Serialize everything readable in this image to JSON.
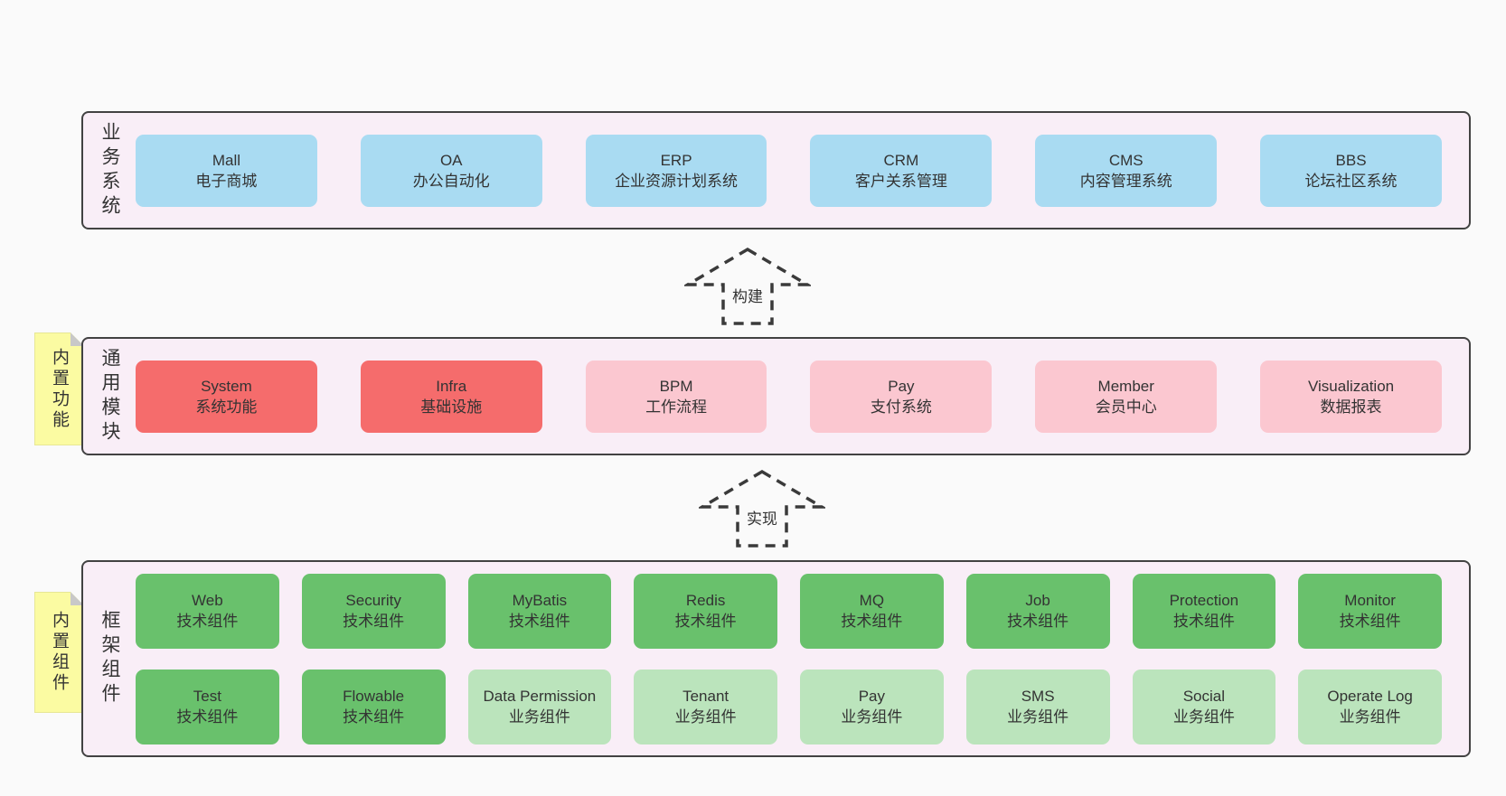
{
  "business": {
    "label": "业务系统",
    "boxes": [
      {
        "title": "Mall",
        "subtitle": "电子商城",
        "type": "blue"
      },
      {
        "title": "OA",
        "subtitle": "办公自动化",
        "type": "blue"
      },
      {
        "title": "ERP",
        "subtitle": "企业资源计划系统",
        "type": "blue"
      },
      {
        "title": "CRM",
        "subtitle": "客户关系管理",
        "type": "blue"
      },
      {
        "title": "CMS",
        "subtitle": "内容管理系统",
        "type": "blue"
      },
      {
        "title": "BBS",
        "subtitle": "论坛社区系统",
        "type": "blue"
      }
    ]
  },
  "modules": {
    "label": "通用模块",
    "note": "内置功能",
    "boxes": [
      {
        "title": "System",
        "subtitle": "系统功能",
        "type": "red"
      },
      {
        "title": "Infra",
        "subtitle": "基础设施",
        "type": "red"
      },
      {
        "title": "BPM",
        "subtitle": "工作流程",
        "type": "pink"
      },
      {
        "title": "Pay",
        "subtitle": "支付系统",
        "type": "pink"
      },
      {
        "title": "Member",
        "subtitle": "会员中心",
        "type": "pink"
      },
      {
        "title": "Visualization",
        "subtitle": "数据报表",
        "type": "pink"
      }
    ]
  },
  "framework": {
    "label": "框架组件",
    "note": "内置组件",
    "rows": [
      [
        {
          "title": "Web",
          "subtitle": "技术组件",
          "type": "green"
        },
        {
          "title": "Security",
          "subtitle": "技术组件",
          "type": "green"
        },
        {
          "title": "MyBatis",
          "subtitle": "技术组件",
          "type": "green"
        },
        {
          "title": "Redis",
          "subtitle": "技术组件",
          "type": "green"
        },
        {
          "title": "MQ",
          "subtitle": "技术组件",
          "type": "green"
        },
        {
          "title": "Job",
          "subtitle": "技术组件",
          "type": "green"
        },
        {
          "title": "Protection",
          "subtitle": "技术组件",
          "type": "green"
        },
        {
          "title": "Monitor",
          "subtitle": "技术组件",
          "type": "green"
        }
      ],
      [
        {
          "title": "Test",
          "subtitle": "技术组件",
          "type": "green"
        },
        {
          "title": "Flowable",
          "subtitle": "技术组件",
          "type": "green"
        },
        {
          "title": "Data Permission",
          "subtitle": "业务组件",
          "type": "green-light"
        },
        {
          "title": "Tenant",
          "subtitle": "业务组件",
          "type": "green-light"
        },
        {
          "title": "Pay",
          "subtitle": "业务组件",
          "type": "green-light"
        },
        {
          "title": "SMS",
          "subtitle": "业务组件",
          "type": "green-light"
        },
        {
          "title": "Social",
          "subtitle": "业务组件",
          "type": "green-light"
        },
        {
          "title": "Operate Log",
          "subtitle": "业务组件",
          "type": "green-light"
        }
      ]
    ]
  },
  "arrows": [
    {
      "label": "构建"
    },
    {
      "label": "实现"
    }
  ],
  "colors": {
    "page_bg": "#fafafa",
    "section_bg": "#f9eef7",
    "border": "#424242",
    "blue": "#a9dbf2",
    "red": "#f56c6c",
    "pink": "#fbc7d0",
    "green": "#69c16c",
    "green_light": "#bbe4bc",
    "note_bg": "#fbfba2",
    "text": "#333333"
  }
}
